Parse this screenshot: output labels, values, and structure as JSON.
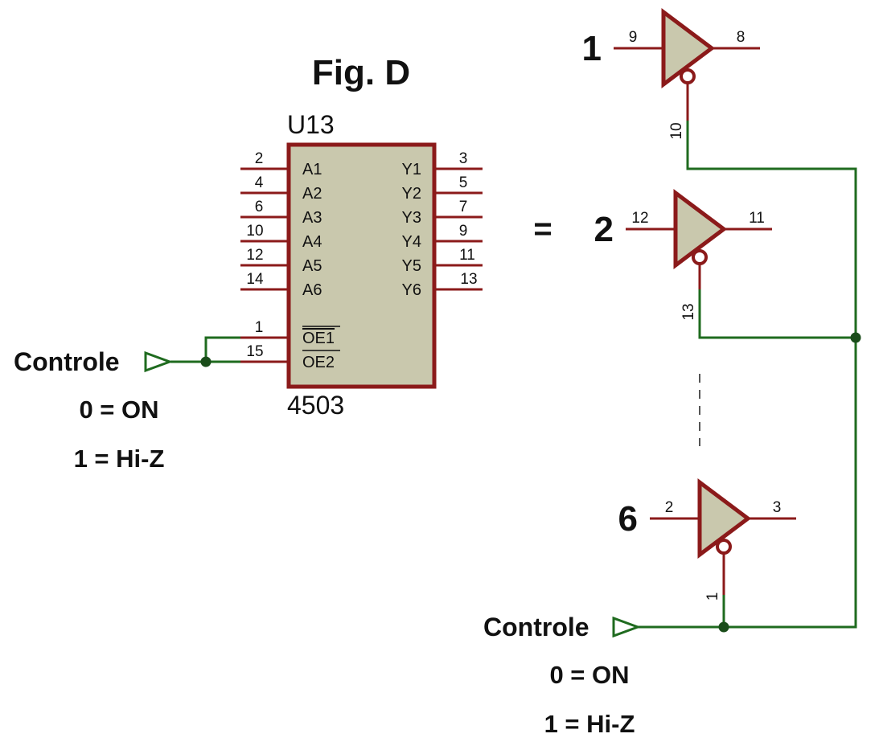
{
  "title": "Fig. D",
  "ic": {
    "refdes": "U13",
    "part": "4503",
    "left_pins": [
      {
        "num": "2",
        "name": "A1"
      },
      {
        "num": "4",
        "name": "A2"
      },
      {
        "num": "6",
        "name": "A3"
      },
      {
        "num": "10",
        "name": "A4"
      },
      {
        "num": "12",
        "name": "A5"
      },
      {
        "num": "14",
        "name": "A6"
      }
    ],
    "right_pins": [
      {
        "num": "3",
        "name": "Y1"
      },
      {
        "num": "5",
        "name": "Y2"
      },
      {
        "num": "7",
        "name": "Y3"
      },
      {
        "num": "9",
        "name": "Y4"
      },
      {
        "num": "11",
        "name": "Y5"
      },
      {
        "num": "13",
        "name": "Y6"
      }
    ],
    "oe_pins": [
      {
        "num": "1",
        "name": "OE1"
      },
      {
        "num": "15",
        "name": "OE2"
      }
    ]
  },
  "left_control": {
    "label": "Controle",
    "state_on": "0 = ON",
    "state_hiz": "1 = Hi-Z"
  },
  "equals": "=",
  "buffers": [
    {
      "label": "1",
      "in_pin": "9",
      "out_pin": "8",
      "en_pin": "10"
    },
    {
      "label": "2",
      "in_pin": "12",
      "out_pin": "11",
      "en_pin": "13"
    },
    {
      "label": "6",
      "in_pin": "2",
      "out_pin": "3",
      "en_pin": "1"
    }
  ],
  "right_control": {
    "label": "Controle",
    "state_on": "0 = ON",
    "state_hiz": "1 = Hi-Z"
  },
  "colors": {
    "component": "#8b1a1a",
    "wire": "#1f6b1f",
    "fill": "#c9c8ad",
    "junction": "#1a4d1a"
  }
}
